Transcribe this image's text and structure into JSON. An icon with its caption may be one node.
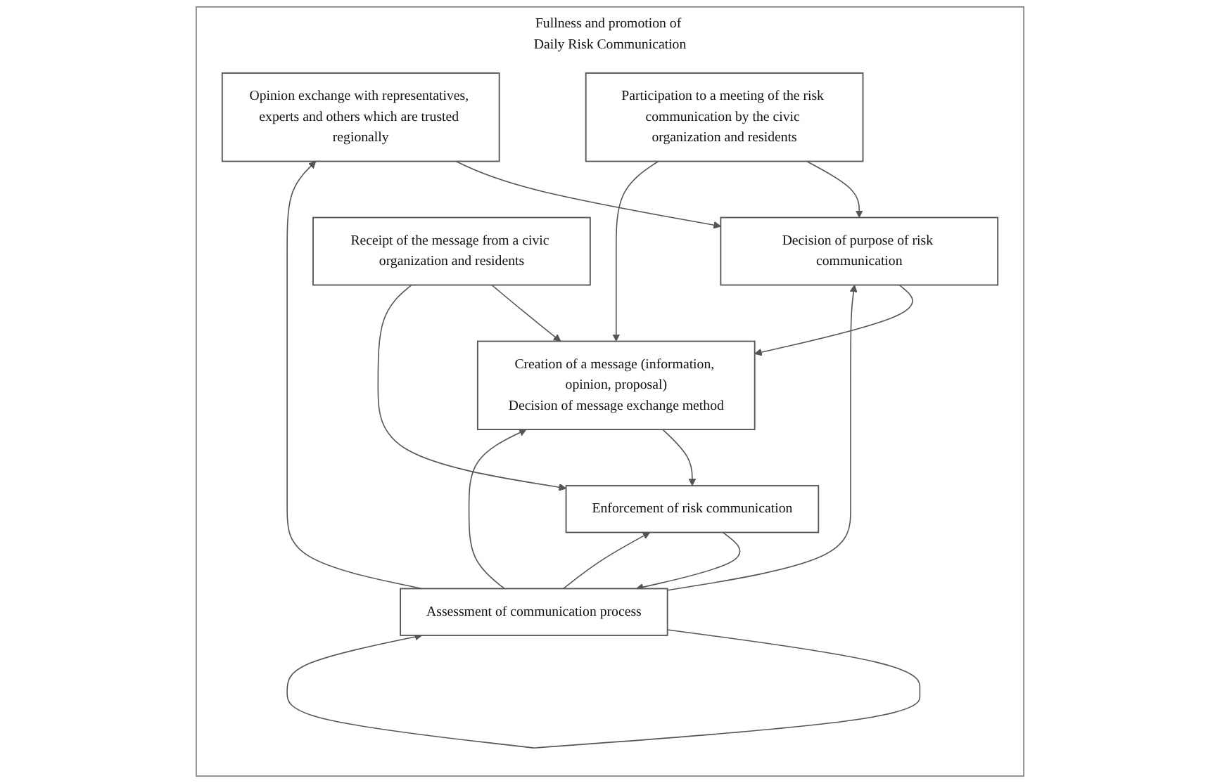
{
  "diagram": {
    "nodes": [
      {
        "text": [
          "Fullness and promotion of Daily Risk Communication"
        ]
      },
      {
        "text": [
          "Opinion exchange with representatives, experts and others which are trusted regionally"
        ],
        "in": 0
      },
      {
        "text": [
          "Decision of purpose of risk communication"
        ],
        "in": 0
      },
      {
        "text": [
          "Creation of a message (information, opinion, proposal)",
          "Decision of message exchange method"
        ],
        "in": 0
      },
      {
        "text": [
          "Enforcement of risk communication"
        ],
        "in": 0
      },
      {
        "text": [
          "Assessment of communication process"
        ],
        "in": 0
      },
      {
        "text": [
          "Participation to a meeting of the risk communication by the civic organization and residents"
        ],
        "in": 0
      },
      {
        "text": [
          "Receipt of the message from a civic organization and residents"
        ],
        "in": 0
      }
    ],
    "edges": [
      {
        "from": 1,
        "to": 2,
        "arrow": "to"
      },
      {
        "from": 2,
        "to": 3,
        "arrow": "to"
      },
      {
        "from": 3,
        "to": 4,
        "arrow": "to"
      },
      {
        "from": 4,
        "to": 5,
        "arrow": "to"
      },
      {
        "from": 5,
        "to": 1,
        "arrow": "to"
      },
      {
        "from": 5,
        "to": 2,
        "arrow": "to"
      },
      {
        "from": 5,
        "to": 3,
        "arrow": "to"
      },
      {
        "from": 5,
        "to": 4,
        "arrow": "to"
      },
      {
        "from": 5,
        "to": 5,
        "arrow": "to"
      },
      {
        "from": 6,
        "to": 2,
        "arrow": "to"
      },
      {
        "from": 6,
        "to": 3,
        "arrow": "to"
      },
      {
        "from": 7,
        "to": 3,
        "arrow": "to"
      },
      {
        "from": 7,
        "to": 4,
        "arrow": "to"
      }
    ]
  }
}
